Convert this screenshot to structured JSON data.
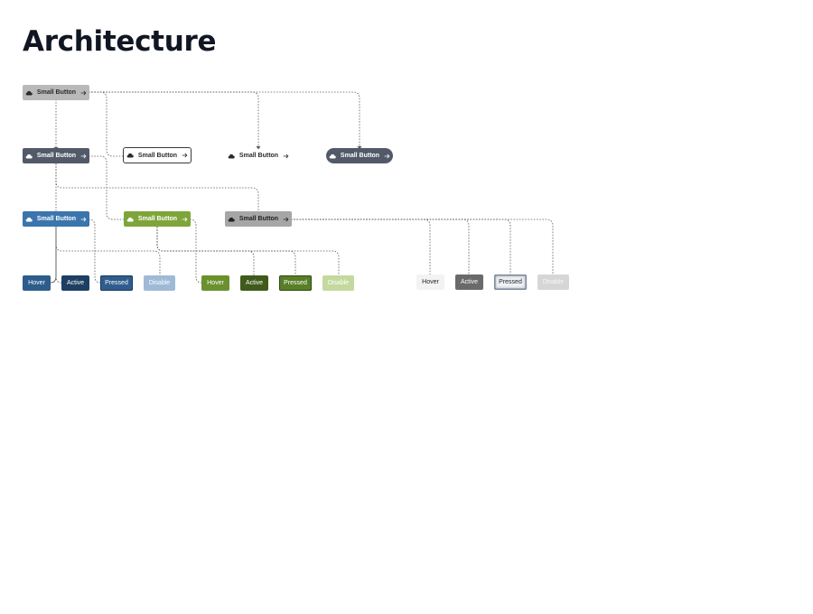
{
  "page": {
    "title": "Architecture"
  },
  "colors": {
    "neutral": "#b9b9b9",
    "dark": "#525a69",
    "blue": "#3b75ad",
    "green": "#7ea53a",
    "gray": "#a6a6a6"
  },
  "nodes": {
    "root": {
      "label": "Small Button",
      "icon": "cloud-icon",
      "trailing_icon": "arrow-right-icon"
    },
    "level2": [
      {
        "label": "Small Button",
        "variant": "dark",
        "icon": "cloud-icon",
        "trailing_icon": "arrow-right-icon"
      },
      {
        "label": "Small Button",
        "variant": "outline",
        "icon": "cloud-icon",
        "trailing_icon": "arrow-right-icon"
      },
      {
        "label": "Small Button",
        "variant": "text",
        "icon": "cloud-icon",
        "trailing_icon": "arrow-right-icon"
      },
      {
        "label": "Small Button",
        "variant": "pill",
        "icon": "cloud-icon",
        "trailing_icon": "arrow-right-icon"
      }
    ],
    "level3": [
      {
        "label": "Small Button",
        "variant": "blue",
        "icon": "cloud-icon",
        "trailing_icon": "arrow-right-icon"
      },
      {
        "label": "Small Button",
        "variant": "green",
        "icon": "cloud-icon",
        "trailing_icon": "arrow-right-icon"
      },
      {
        "label": "Small Button",
        "variant": "gray",
        "icon": "cloud-icon",
        "trailing_icon": "arrow-right-icon"
      }
    ],
    "states": {
      "blue": [
        {
          "label": "Hover"
        },
        {
          "label": "Active"
        },
        {
          "label": "Pressed"
        },
        {
          "label": "Disable"
        }
      ],
      "green": [
        {
          "label": "Hover"
        },
        {
          "label": "Active"
        },
        {
          "label": "Pressed"
        },
        {
          "label": "Disable"
        }
      ],
      "gray": [
        {
          "label": "Hover"
        },
        {
          "label": "Active"
        },
        {
          "label": "Pressed"
        },
        {
          "label": "Disable"
        }
      ]
    }
  }
}
